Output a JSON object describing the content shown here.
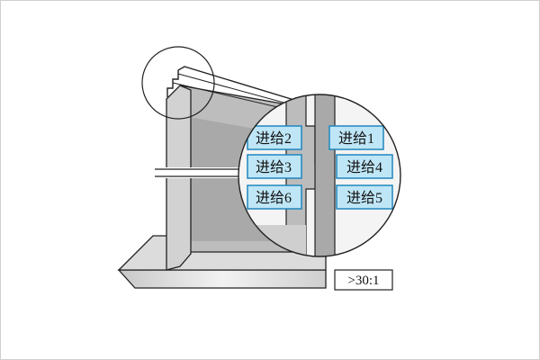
{
  "figure": {
    "feed_labels": {
      "feed_1": "进给1",
      "feed_2": "进给2",
      "feed_3": "进给3",
      "feed_4": "进给4",
      "feed_5": "进给5",
      "feed_6": "进给6"
    },
    "ratio_label": ">30:1"
  },
  "colors": {
    "background": "#ffffff",
    "part_face": "#d2d2d2",
    "part_shadow": "#a9a9a9",
    "rib_face": "#bcbcbc",
    "feed_box": "#bfe6f6",
    "feed_box_edge": "#1f87bd",
    "outline": "#222222",
    "frame": "#cfcfcf"
  }
}
